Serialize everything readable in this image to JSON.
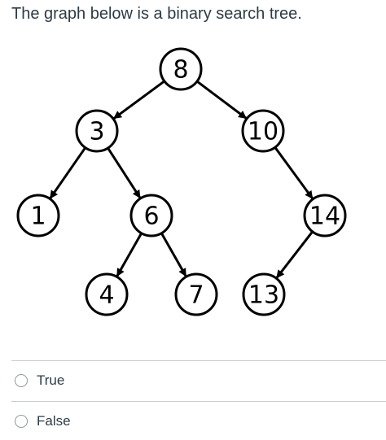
{
  "question": {
    "text": "The graph below is a binary search tree."
  },
  "tree": {
    "nodes": [
      {
        "id": "8",
        "label": "8"
      },
      {
        "id": "3",
        "label": "3"
      },
      {
        "id": "10",
        "label": "10"
      },
      {
        "id": "1",
        "label": "1"
      },
      {
        "id": "6",
        "label": "6"
      },
      {
        "id": "14",
        "label": "14"
      },
      {
        "id": "4",
        "label": "4"
      },
      {
        "id": "7",
        "label": "7"
      },
      {
        "id": "13",
        "label": "13"
      }
    ],
    "edges": [
      [
        "8",
        "3"
      ],
      [
        "8",
        "10"
      ],
      [
        "3",
        "1"
      ],
      [
        "3",
        "6"
      ],
      [
        "10",
        "14"
      ],
      [
        "6",
        "4"
      ],
      [
        "6",
        "7"
      ],
      [
        "14",
        "13"
      ]
    ]
  },
  "answers": [
    {
      "label": "True",
      "selected": false
    },
    {
      "label": "False",
      "selected": false
    }
  ],
  "colors": {
    "text": "#2d3b45",
    "divider": "#c7cdd1",
    "radio_border": "#8b969e"
  }
}
